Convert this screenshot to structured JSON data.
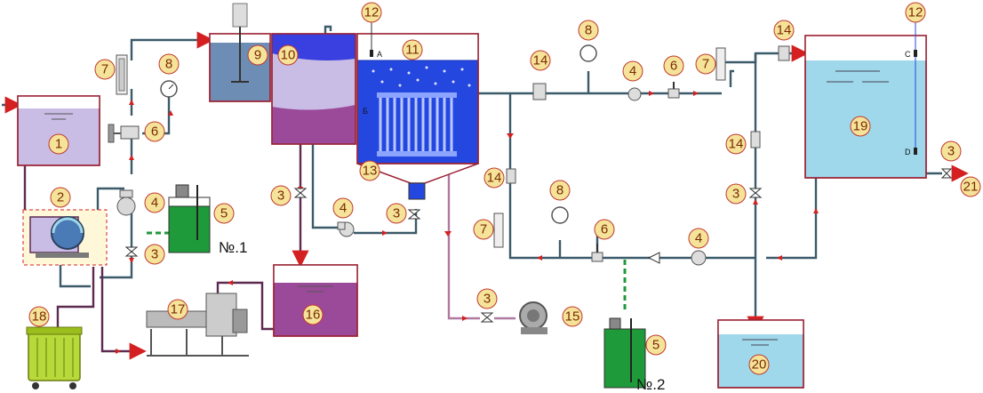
{
  "labels": {
    "n1": "1",
    "n2": "2",
    "n3": "3",
    "n4": "4",
    "n5": "5",
    "n6": "6",
    "n7": "7",
    "n8": "8",
    "n9": "9",
    "n10": "10",
    "n11": "11",
    "n12": "12",
    "n13": "13",
    "n14": "14",
    "n15": "15",
    "n16": "16",
    "n17": "17",
    "n18": "18",
    "n19": "19",
    "n20": "20",
    "n21": "21"
  },
  "tank_tags": {
    "no1": "№.1",
    "no2": "№.2"
  },
  "level_marks": {
    "a": "A",
    "b": "Б",
    "c": "C",
    "d": "D"
  },
  "colors": {
    "pipe": "#3b5a6a",
    "pipe_sludge": "#5d2a50",
    "arrow": "#d42020",
    "badge_fill": "#f6e39a",
    "badge_stroke": "#c0392b",
    "tank_outline": "#9b2335",
    "lilac_water": "#c9bde6",
    "purple_sludge": "#9b4a9a",
    "blue_water": "#2447e0",
    "clear_water": "#9fd8ea",
    "reagent_green": "#1e9a3a"
  }
}
